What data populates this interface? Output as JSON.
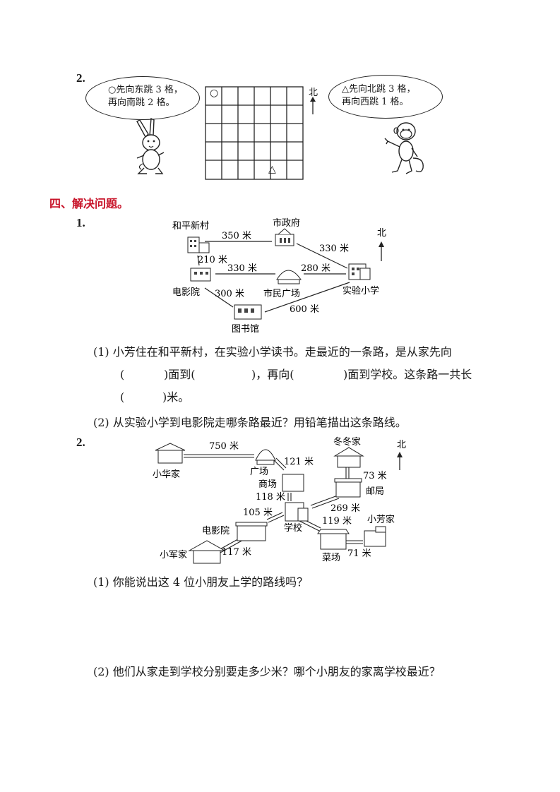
{
  "q2_grid": {
    "number": "2.",
    "rabbit_line1": "○先向东跳 3 格，",
    "rabbit_line2": "再向南跳 2 格。",
    "monkey_line1": "△先向北跳 3 格，",
    "monkey_line2": "再向西跳 1 格。",
    "north": "北",
    "circle_mark": "○",
    "triangle_mark": "△",
    "grid_cols": 6,
    "grid_rows": 5
  },
  "section4": {
    "title": "四、解决问题。"
  },
  "problem1": {
    "number": "1.",
    "map": {
      "north": "北",
      "places": {
        "heping": "和平新村",
        "shizhengfu": "市政府",
        "dianyingyuan": "电影院",
        "shimin": "市民广场",
        "shiyan": "实验小学",
        "tushuguan": "图书馆"
      },
      "distances": {
        "heping_shizhengfu": "350 米",
        "shizhengfu_shiyan": "330 米",
        "heping_dianying": "210 米",
        "dianying_shimin": "330 米",
        "shimin_shiyan": "280 米",
        "dianying_tushu": "300 米",
        "tushu_shiyan": "600 米"
      }
    },
    "q1_line1": "(1) 小芳住在和平新村，在实验小学读书。走最近的一条路，是从家先向",
    "q1_l2_open1": "(",
    "q1_l2_mid1": ")面到(",
    "q1_l2_mid2": ")，再向(",
    "q1_l2_tail": ")面到学校。这条路一共长",
    "q1_l3_open": "(",
    "q1_l3_tail": ")米。",
    "q2_line": "(2) 从实验小学到电影院走哪条路最近？用铅笔描出这条路线。"
  },
  "problem2": {
    "number": "2.",
    "map": {
      "north": "北",
      "places": {
        "xiaohua": "小华家",
        "guangchang": "广场",
        "shangchang": "商场",
        "dongdong": "冬冬家",
        "youju": "邮局",
        "xuexiao": "学校",
        "dianyingyuan": "电影院",
        "xiaojun": "小军家",
        "caichang": "菜场",
        "xiaofang": "小芳家"
      },
      "distances": {
        "xiaohua_guangchang": "750 米",
        "guangchang_shangchang": "121 米",
        "shangchang_xuexiao": "118 米",
        "dongdong_youju": "73 米",
        "youju_xuexiao": "269 米",
        "dianying_xuexiao": "105 米",
        "xuexiao_caichang": "119 米",
        "xiaojun_dianying": "117 米",
        "caichang_xiaofang": "71 米"
      }
    },
    "q1_line": "(1) 你能说出这 4 位小朋友上学的路线吗？",
    "q2_line": "(2) 他们从家走到学校分别要走多少米？哪个小朋友的家离学校最近？"
  }
}
